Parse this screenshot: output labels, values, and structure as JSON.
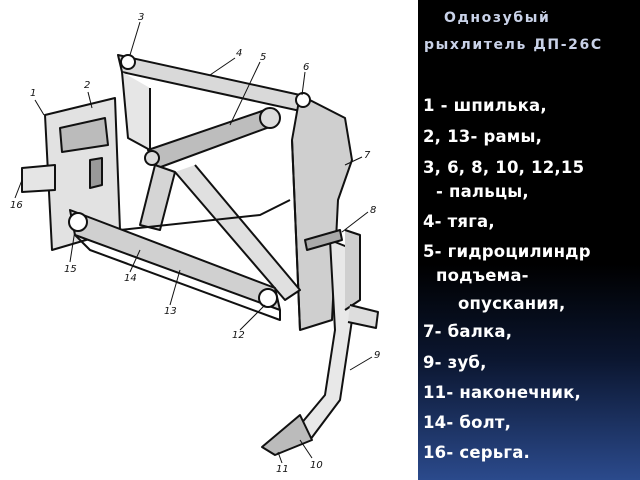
{
  "title": {
    "line1": "Однозубый",
    "line2": "рыхлитель ДП-26С"
  },
  "legend": [
    "1 - шпилька,",
    "2, 13- рамы,",
    "3, 6, 8, 10, 12,15",
    "- пальцы,",
    "4- тяга,",
    "5- гидроцилиндр",
    "подъема-",
    "опускания,",
    "7- балка,",
    "9- зуб,",
    "11- наконечник,",
    "14- болт,",
    "16- серьга."
  ],
  "callouts": [
    "1",
    "2",
    "3",
    "4",
    "5",
    "6",
    "7",
    "8",
    "9",
    "10",
    "11",
    "12",
    "13",
    "14",
    "15",
    "16"
  ]
}
